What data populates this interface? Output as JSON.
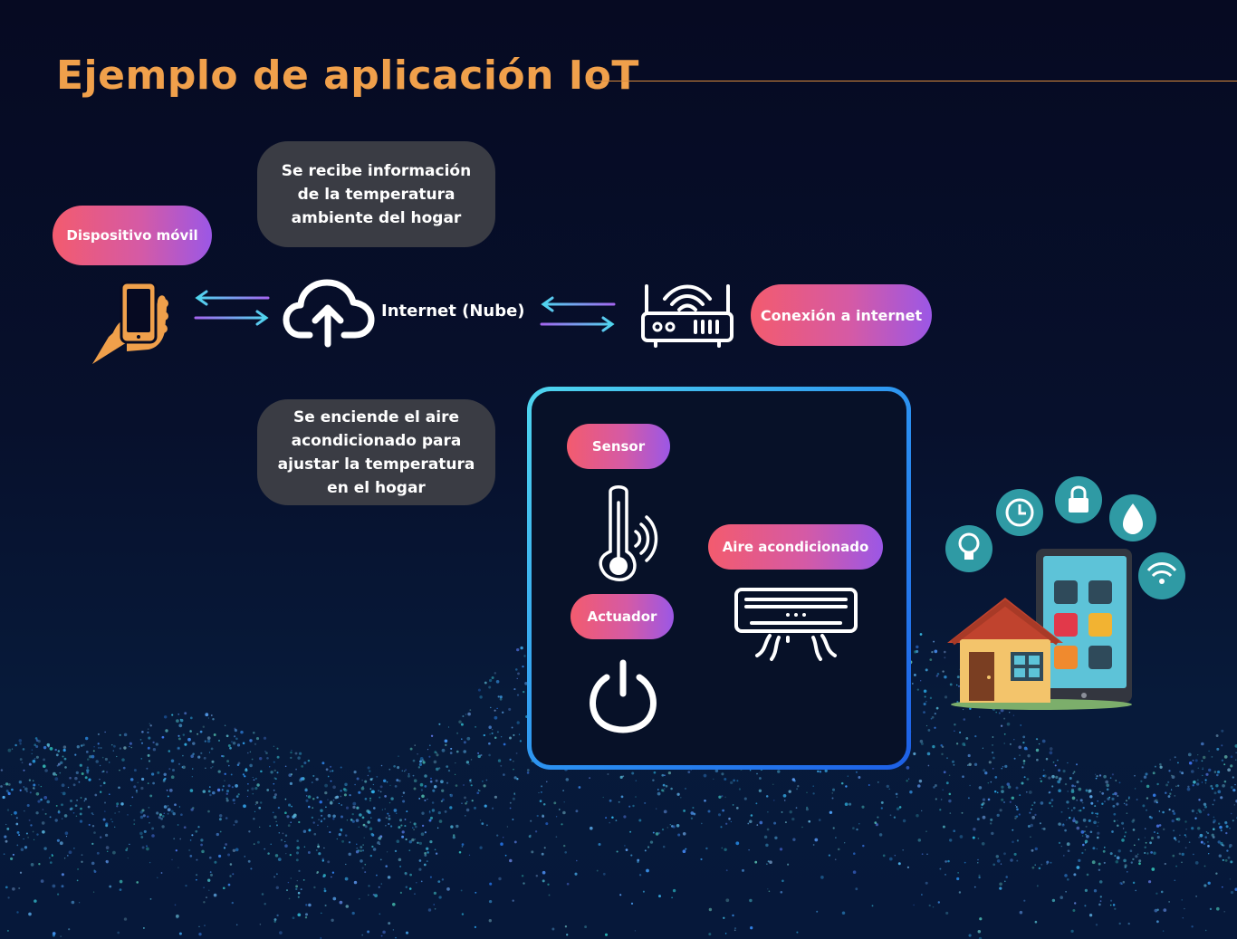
{
  "title": "Ejemplo de aplicación IoT",
  "nodes": {
    "mobile": "Dispositivo móvil",
    "internet": "Internet (Nube)",
    "router": "Conexión a internet",
    "sensor": "Sensor",
    "actuator": "Actuador",
    "ac": "Aire acondicionado"
  },
  "notes": {
    "receive": "Se recibe información de la temperatura ambiente del hogar",
    "action": "Se enciende el aire acondicionado para ajustar la temperatura en el hogar"
  },
  "icons": [
    "hand-phone-icon",
    "exchange-arrows-icon",
    "cloud-upload-icon",
    "router-icon",
    "thermometer-icon",
    "power-icon",
    "air-conditioner-icon",
    "smart-home-icon"
  ],
  "colors": {
    "title": "#f0a04b",
    "pill_start": "#f35b6e",
    "pill_end": "#9b57e6",
    "bubble": "#3a3c44",
    "box_border": "#2a8ef0",
    "arrow_cyan": "#4fd6ee",
    "arrow_violet": "#a466f0"
  }
}
